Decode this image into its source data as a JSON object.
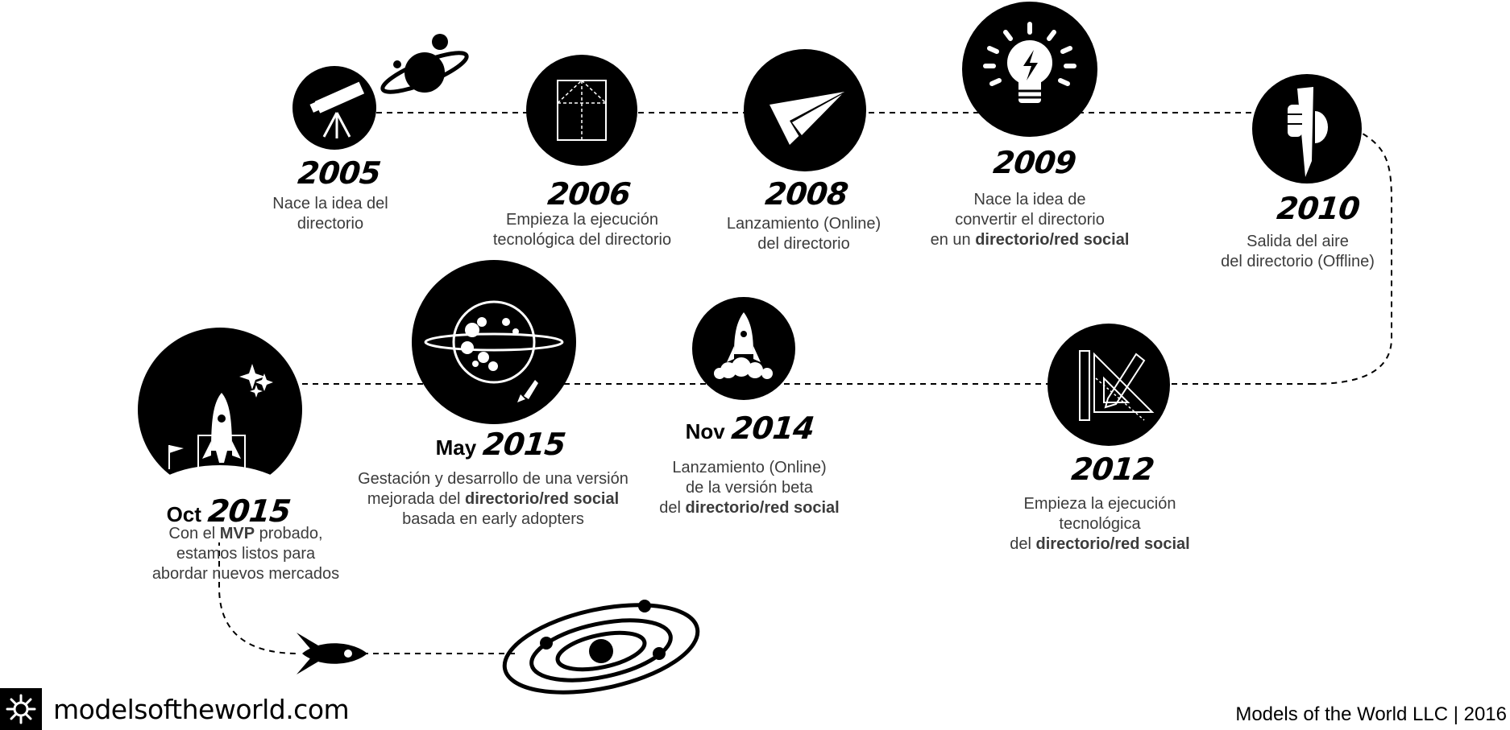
{
  "milestones": [
    {
      "year": "2005",
      "prefix": "",
      "lines": [
        [
          {
            "t": "Nace la idea del",
            "b": false
          }
        ],
        [
          {
            "t": "directorio",
            "b": false
          }
        ]
      ],
      "icon": "telescope-icon"
    },
    {
      "year": "2006",
      "prefix": "",
      "lines": [
        [
          {
            "t": "Empieza la ejecución",
            "b": false
          }
        ],
        [
          {
            "t": "tecnológica del directorio",
            "b": false
          }
        ]
      ],
      "icon": "blueprint-icon"
    },
    {
      "year": "2008",
      "prefix": "",
      "lines": [
        [
          {
            "t": "Lanzamiento (Online)",
            "b": false
          }
        ],
        [
          {
            "t": "del directorio",
            "b": false
          }
        ]
      ],
      "icon": "paper-plane-icon"
    },
    {
      "year": "2009",
      "prefix": "",
      "lines": [
        [
          {
            "t": "Nace la idea de",
            "b": false
          }
        ],
        [
          {
            "t": "convertir el directorio",
            "b": false
          }
        ],
        [
          {
            "t": "en un ",
            "b": false
          },
          {
            "t": "directorio/red social",
            "b": true
          }
        ]
      ],
      "icon": "lightbulb-icon"
    },
    {
      "year": "2010",
      "prefix": "",
      "lines": [
        [
          {
            "t": "Salida del aire",
            "b": false
          }
        ],
        [
          {
            "t": "del directorio (Offline)",
            "b": false
          }
        ]
      ],
      "icon": "rocket-crash-icon"
    },
    {
      "year": "2012",
      "prefix": "",
      "lines": [
        [
          {
            "t": "Empieza la ejecución",
            "b": false
          }
        ],
        [
          {
            "t": "tecnológica",
            "b": false
          }
        ],
        [
          {
            "t": "del ",
            "b": false
          },
          {
            "t": "directorio/red social",
            "b": true
          }
        ]
      ],
      "icon": "ruler-pencil-icon"
    },
    {
      "year": "2014",
      "prefix": "Nov",
      "lines": [
        [
          {
            "t": "Lanzamiento (Online)",
            "b": false
          }
        ],
        [
          {
            "t": "de la versión beta",
            "b": false
          }
        ],
        [
          {
            "t": "del ",
            "b": false
          },
          {
            "t": "directorio/red social",
            "b": true
          }
        ]
      ],
      "icon": "rocket-launch-icon"
    },
    {
      "year": "2015",
      "prefix": "May",
      "lines": [
        [
          {
            "t": "Gestación y desarrollo de una versión",
            "b": false
          }
        ],
        [
          {
            "t": "mejorada del ",
            "b": false
          },
          {
            "t": "directorio/red social",
            "b": true
          }
        ],
        [
          {
            "t": "basada en early adopters",
            "b": false
          }
        ]
      ],
      "icon": "planet-icon"
    },
    {
      "year": "2015",
      "prefix": "Oct",
      "lines": [
        [
          {
            "t": "Con el ",
            "b": false
          },
          {
            "t": "MVP",
            "b": true
          },
          {
            "t": " probado,",
            "b": false
          }
        ],
        [
          {
            "t": "estamos listos para",
            "b": false
          }
        ],
        [
          {
            "t": "abordar nuevos mercados",
            "b": false
          }
        ]
      ],
      "icon": "launch-pad-icon"
    }
  ],
  "brand": {
    "name": "modelsoftheworld.com"
  },
  "footer": {
    "note": "Models of the World LLC | 2016"
  }
}
